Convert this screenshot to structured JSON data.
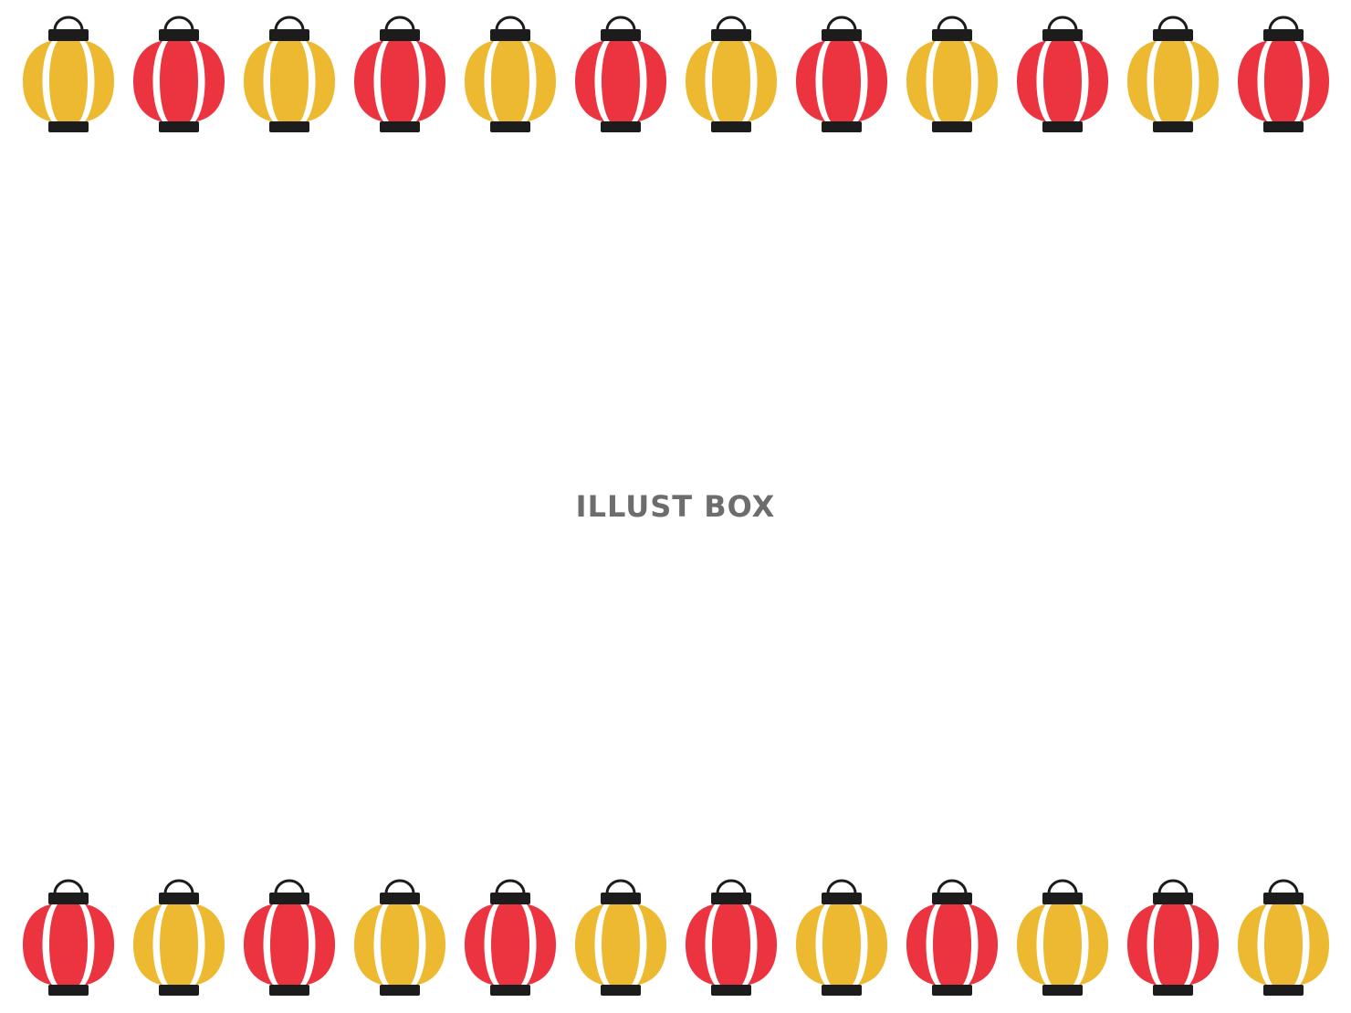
{
  "watermark": {
    "text": "ILLUST BOX"
  },
  "colors": {
    "yellow": "#EDB930",
    "red": "#EC3340",
    "cap": "#1C1C1C",
    "background": "#FFFFFF"
  },
  "lantern_icon": "paper-lantern-icon",
  "rows": {
    "top": [
      "yellow",
      "red",
      "yellow",
      "red",
      "yellow",
      "red",
      "yellow",
      "red",
      "yellow",
      "red",
      "yellow",
      "red"
    ],
    "bottom": [
      "red",
      "yellow",
      "red",
      "yellow",
      "red",
      "yellow",
      "red",
      "yellow",
      "red",
      "yellow",
      "red",
      "yellow"
    ]
  }
}
